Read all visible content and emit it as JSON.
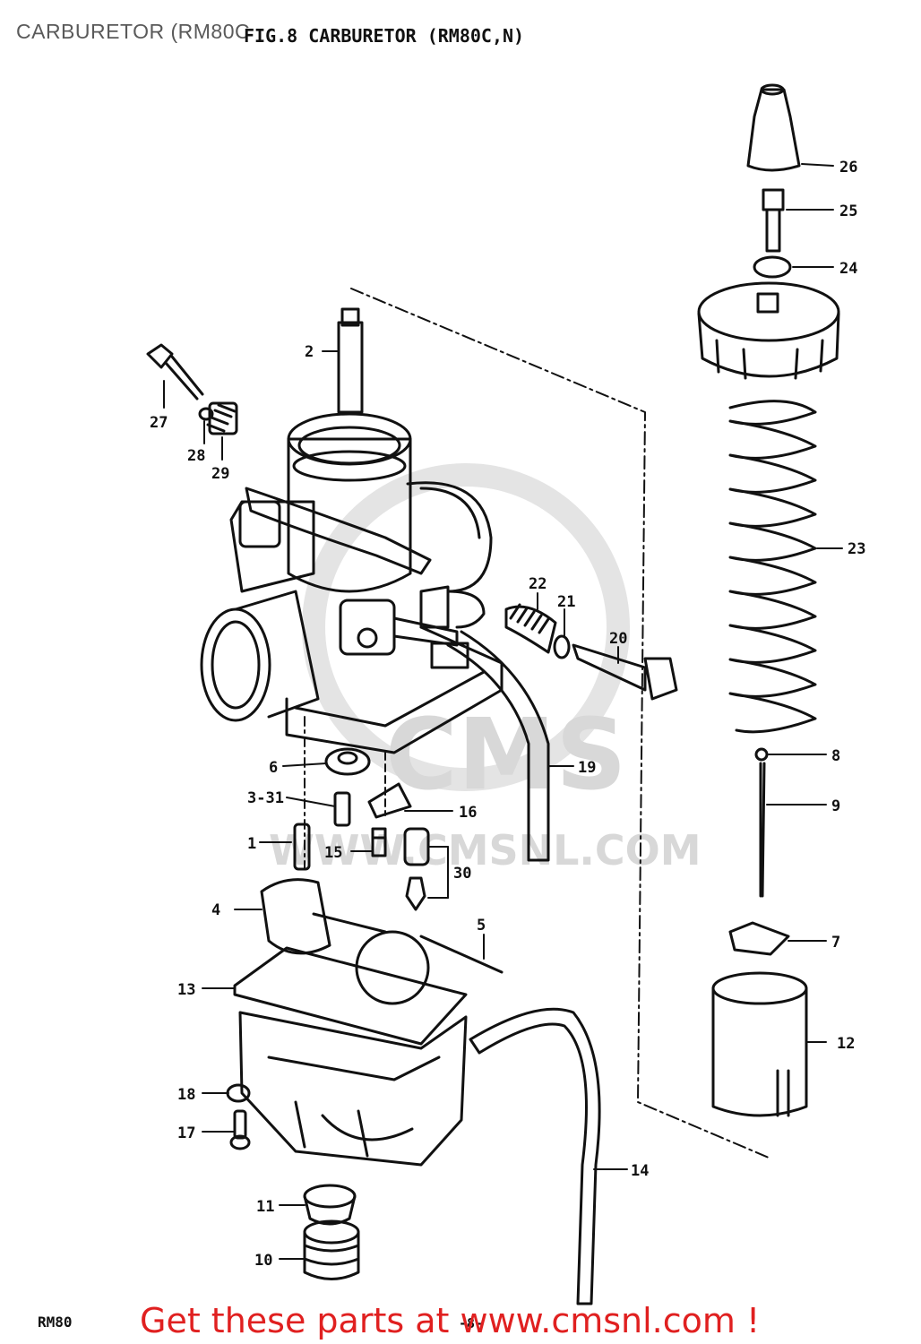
{
  "page": {
    "title": "CARBURETOR (RM80C",
    "figure_title": "FIG.8  CARBURETOR (RM80C,N)",
    "model_label": "RM80",
    "page_number": "-8-",
    "promo": "Get these parts at www.cmsnl.com !"
  },
  "watermark": {
    "brand": "CMS",
    "site": "WWW.CMSNL.COM"
  },
  "callouts": [
    {
      "id": "c1",
      "label": "1"
    },
    {
      "id": "c2",
      "label": "2"
    },
    {
      "id": "c331",
      "label": "3-31"
    },
    {
      "id": "c4",
      "label": "4"
    },
    {
      "id": "c5",
      "label": "5"
    },
    {
      "id": "c6",
      "label": "6"
    },
    {
      "id": "c7",
      "label": "7"
    },
    {
      "id": "c8",
      "label": "8"
    },
    {
      "id": "c9",
      "label": "9"
    },
    {
      "id": "c10",
      "label": "10"
    },
    {
      "id": "c11",
      "label": "11"
    },
    {
      "id": "c12",
      "label": "12"
    },
    {
      "id": "c13",
      "label": "13"
    },
    {
      "id": "c14",
      "label": "14"
    },
    {
      "id": "c15",
      "label": "15"
    },
    {
      "id": "c16",
      "label": "16"
    },
    {
      "id": "c17",
      "label": "17"
    },
    {
      "id": "c18",
      "label": "18"
    },
    {
      "id": "c19",
      "label": "19"
    },
    {
      "id": "c20",
      "label": "20"
    },
    {
      "id": "c21",
      "label": "21"
    },
    {
      "id": "c22",
      "label": "22"
    },
    {
      "id": "c23",
      "label": "23"
    },
    {
      "id": "c24",
      "label": "24"
    },
    {
      "id": "c25",
      "label": "25"
    },
    {
      "id": "c26",
      "label": "26"
    },
    {
      "id": "c27",
      "label": "27"
    },
    {
      "id": "c28",
      "label": "28"
    },
    {
      "id": "c29",
      "label": "29"
    },
    {
      "id": "c30",
      "label": "30"
    }
  ]
}
